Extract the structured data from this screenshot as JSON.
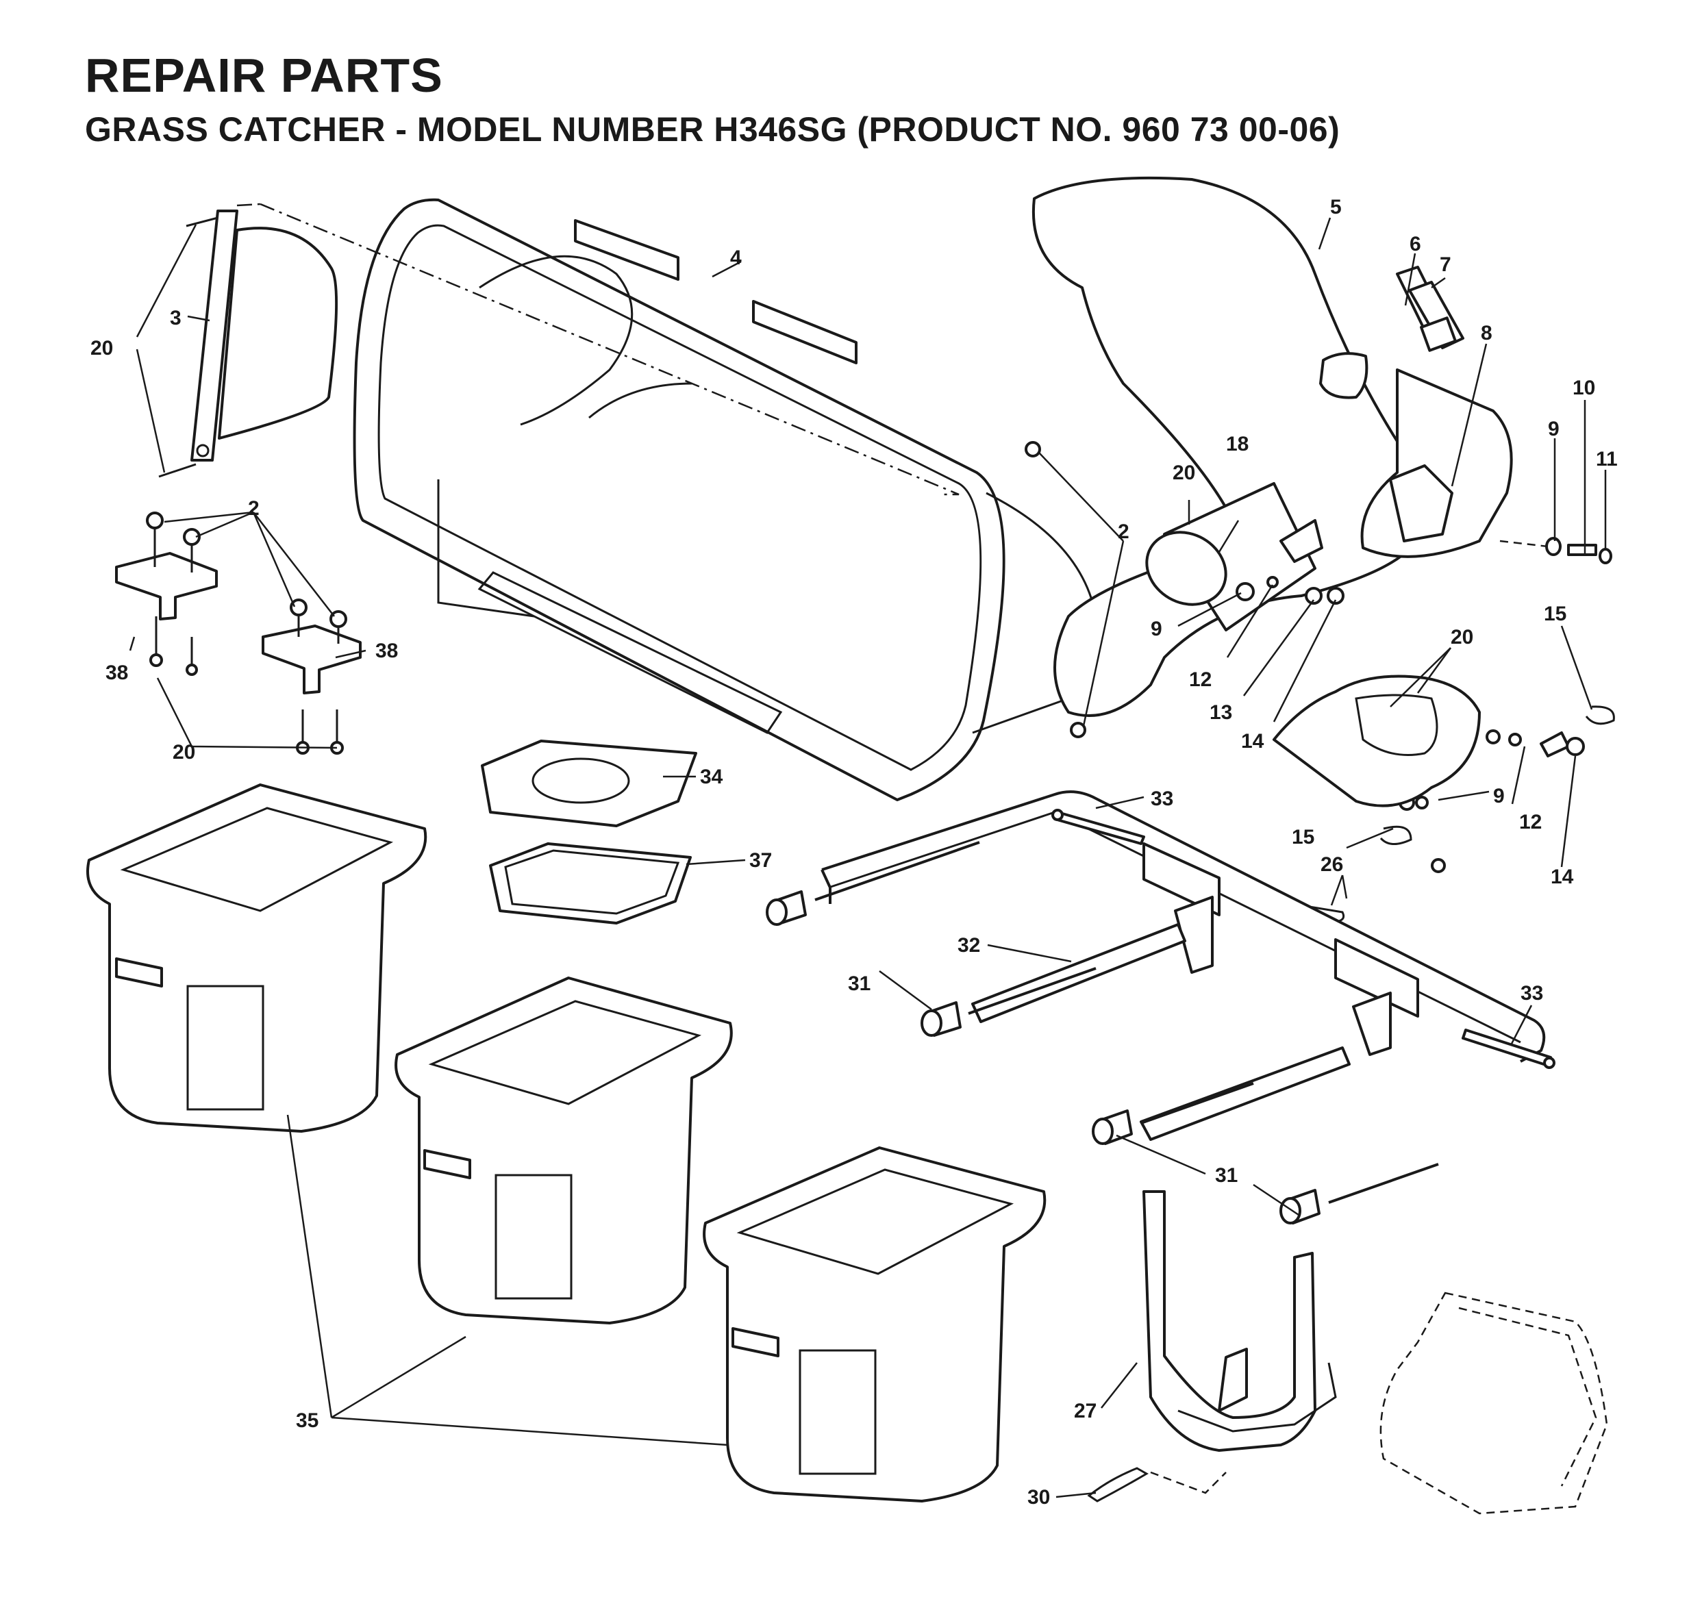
{
  "header": {
    "title": "REPAIR PARTS",
    "subtitle": "GRASS CATCHER - MODEL NUMBER H346SG (PRODUCT NO. 960 73 00-06)"
  },
  "callouts": {
    "c2a": "2",
    "c2b": "2",
    "c3": "3",
    "c4": "4",
    "c5": "5",
    "c6": "6",
    "c7": "7",
    "c8": "8",
    "c9a": "9",
    "c9b": "9",
    "c9c": "9",
    "c10": "10",
    "c11": "11",
    "c12a": "12",
    "c12b": "12",
    "c13": "13",
    "c14a": "14",
    "c14b": "14",
    "c15a": "15",
    "c15b": "15",
    "c18": "18",
    "c20a": "20",
    "c20b": "20",
    "c20c": "20",
    "c20d": "20",
    "c26": "26",
    "c27": "27",
    "c30": "30",
    "c31a": "31",
    "c31b": "31",
    "c32": "32",
    "c33a": "33",
    "c33b": "33",
    "c34": "34",
    "c35": "35",
    "c37": "37",
    "c38a": "38",
    "c38b": "38"
  }
}
